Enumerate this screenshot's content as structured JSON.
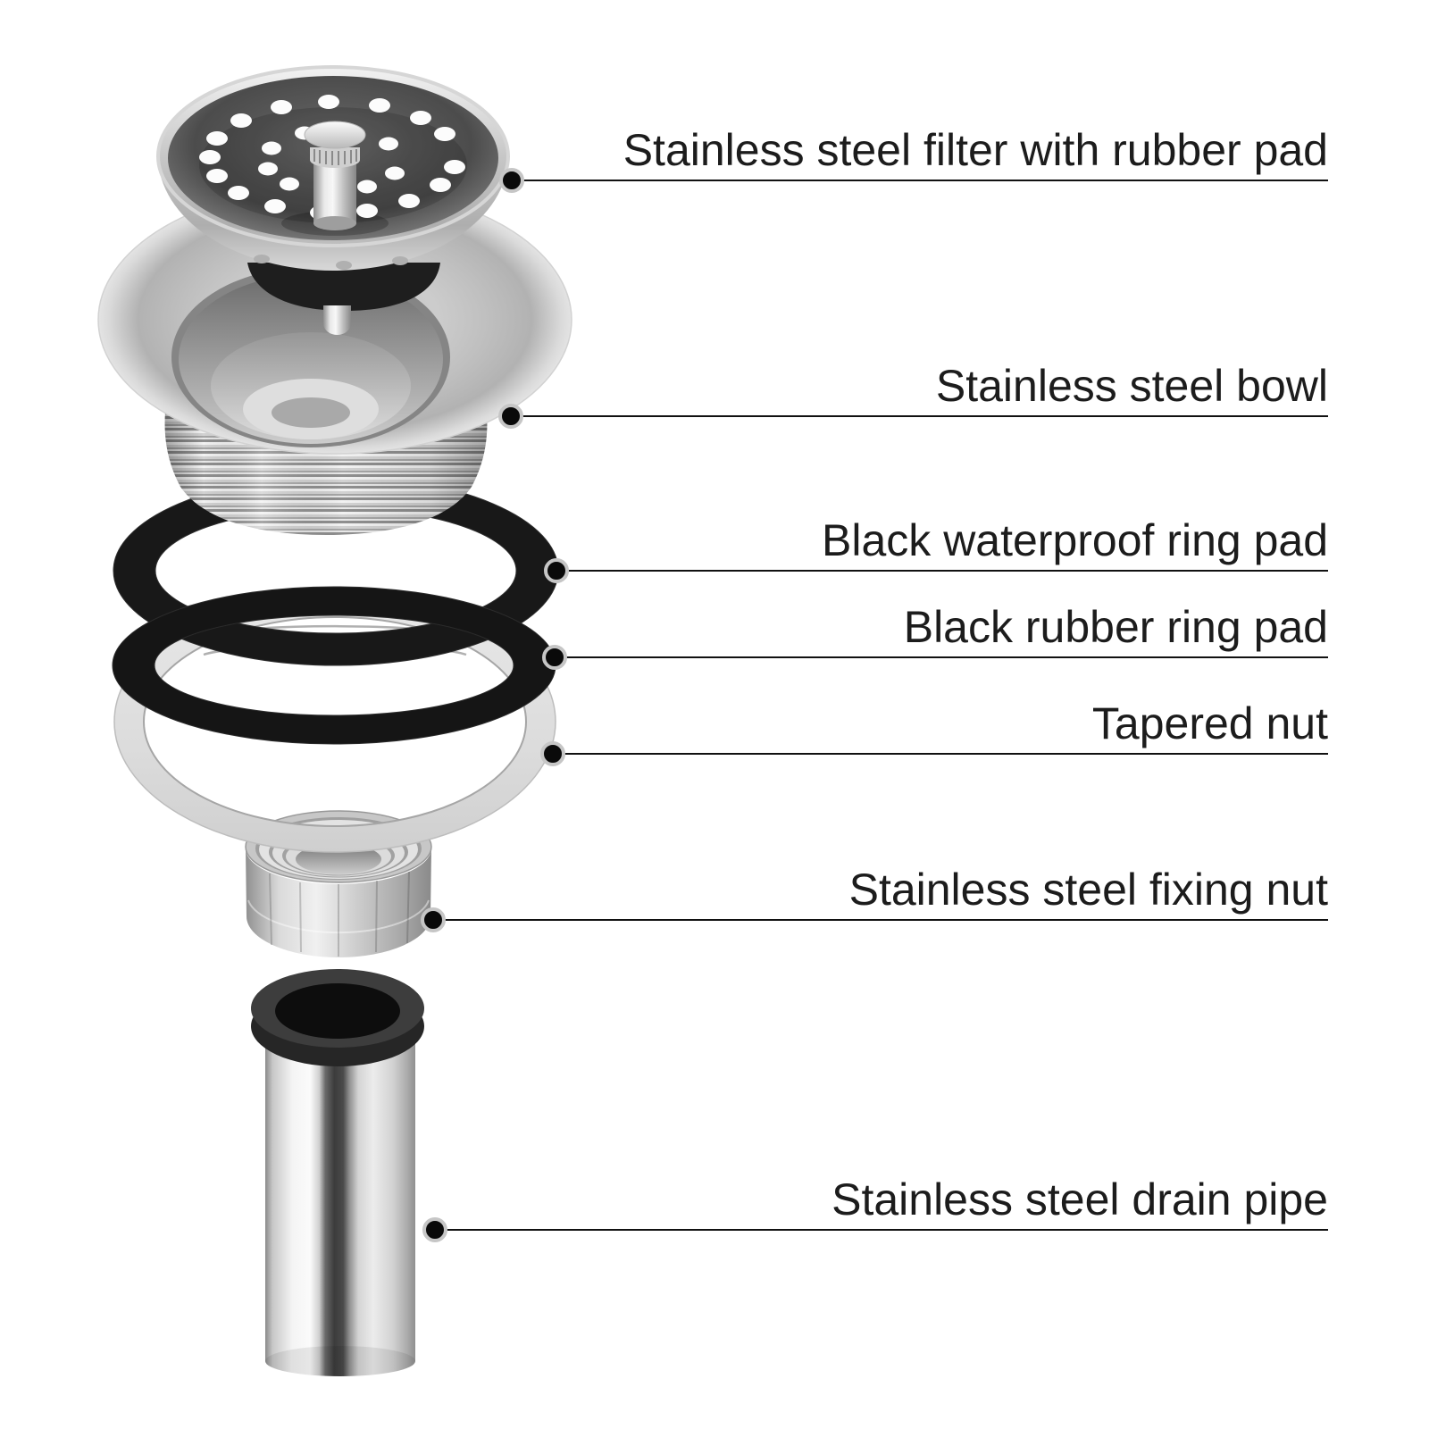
{
  "colors": {
    "background": "#ffffff",
    "label_text": "#1c1c1c",
    "callout_line": "#111111",
    "callout_dot": "#0a0a0a",
    "callout_dot_ring": "#c6c6c6",
    "metal_light": "#e8e8e8",
    "metal_mid": "#b5b5b5",
    "rubber_black": "#1a1a1a"
  },
  "figure": {
    "type": "exploded-parts-diagram",
    "parts": [
      {
        "id": "strainer-filter",
        "label": "Stainless steel filter with rubber pad"
      },
      {
        "id": "bowl",
        "label": "Stainless steel bowl"
      },
      {
        "id": "waterproof-ring",
        "label": "Black waterproof ring pad"
      },
      {
        "id": "rubber-ring",
        "label": "Black rubber ring pad"
      },
      {
        "id": "tapered-nut",
        "label": "Tapered nut"
      },
      {
        "id": "fixing-nut",
        "label": "Stainless steel fixing nut"
      },
      {
        "id": "drain-pipe",
        "label": "Stainless steel drain pipe"
      }
    ]
  }
}
